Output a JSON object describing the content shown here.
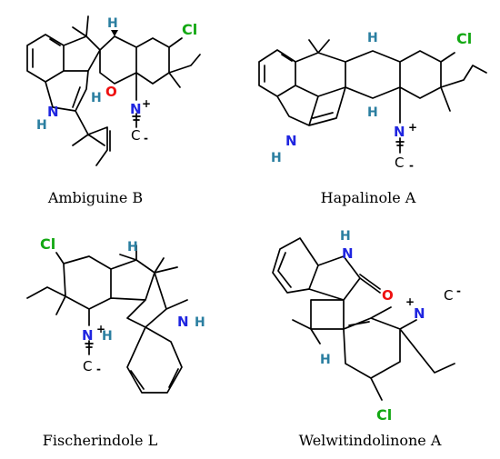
{
  "molecules": [
    {
      "name": "Ambiguine B",
      "atoms": {
        "cl": "Cl",
        "nh_n": "N",
        "nh_h": "H",
        "h_top": "H",
        "h_oh": "H",
        "o": "O",
        "n_iso": "N",
        "n_plus": "+",
        "c_iso": "C",
        "c_minus": "-"
      }
    },
    {
      "name": "Hapalinole A",
      "atoms": {
        "cl": "Cl",
        "h_top": "H",
        "h_mid": "H",
        "nh_n": "N",
        "nh_h": "H",
        "n_iso": "N",
        "n_plus": "+",
        "c_iso": "C",
        "c_minus": "-"
      }
    },
    {
      "name": "Fischerindole L",
      "atoms": {
        "cl": "Cl",
        "h_top": "H",
        "h_low": "H",
        "nh_n": "N",
        "nh_h": "H",
        "n_iso": "N",
        "n_plus": "+",
        "c_iso": "C",
        "c_minus": "-"
      }
    },
    {
      "name": "Welwitindolinone A",
      "atoms": {
        "nh_h": "H",
        "nh_n": "N",
        "o": "O",
        "n_iso": "N",
        "n_plus": "+",
        "c_iso": "C",
        "c_minus": "-",
        "h_mid": "H",
        "cl": "Cl"
      }
    }
  ]
}
